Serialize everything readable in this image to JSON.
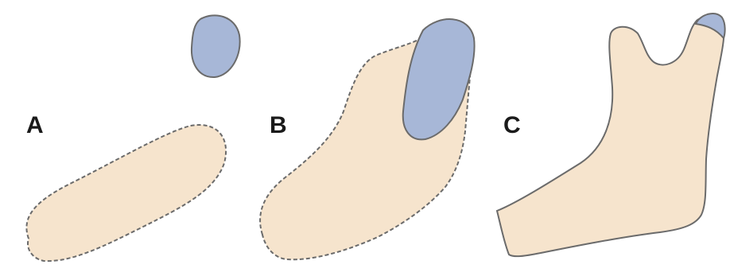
{
  "colors": {
    "background": "#ffffff",
    "beige_fill": "#f6e4cd",
    "blue_fill": "#a7b7d7",
    "outline": "#6b6b6b",
    "label": "#1a1a1a"
  },
  "panels": [
    {
      "label": "A",
      "beige_outline": "dashed",
      "blue_shape": "separate"
    },
    {
      "label": "B",
      "beige_outline": "dashed",
      "blue_shape": "overlapping"
    },
    {
      "label": "C",
      "beige_outline": "solid",
      "blue_shape": "cap"
    }
  ]
}
